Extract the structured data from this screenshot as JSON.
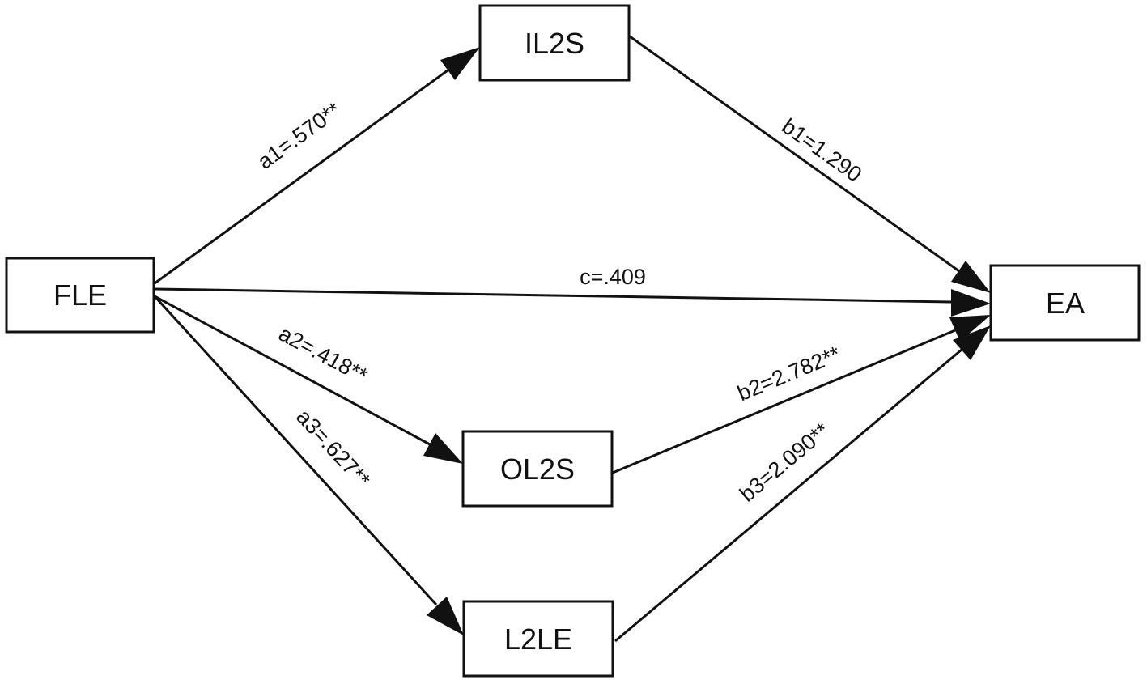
{
  "nodes": {
    "FLE": {
      "label": "FLE"
    },
    "IL2S": {
      "label": "IL2S"
    },
    "OL2S": {
      "label": "OL2S"
    },
    "L2LE": {
      "label": "L2LE"
    },
    "EA": {
      "label": "EA"
    }
  },
  "edges": {
    "a1": {
      "from": "FLE",
      "to": "IL2S",
      "label": "a1=.570**"
    },
    "a2": {
      "from": "FLE",
      "to": "OL2S",
      "label": "a2=.418**"
    },
    "a3": {
      "from": "FLE",
      "to": "L2LE",
      "label": "a3=.627**"
    },
    "c": {
      "from": "FLE",
      "to": "EA",
      "label": "c=.409"
    },
    "b1": {
      "from": "IL2S",
      "to": "EA",
      "label": "b1=1.290"
    },
    "b2": {
      "from": "OL2S",
      "to": "EA",
      "label": "b2=2.782**"
    },
    "b3": {
      "from": "L2LE",
      "to": "EA",
      "label": "b3=2.090**"
    }
  },
  "colors": {
    "stroke": "#111111",
    "background": "#ffffff"
  }
}
